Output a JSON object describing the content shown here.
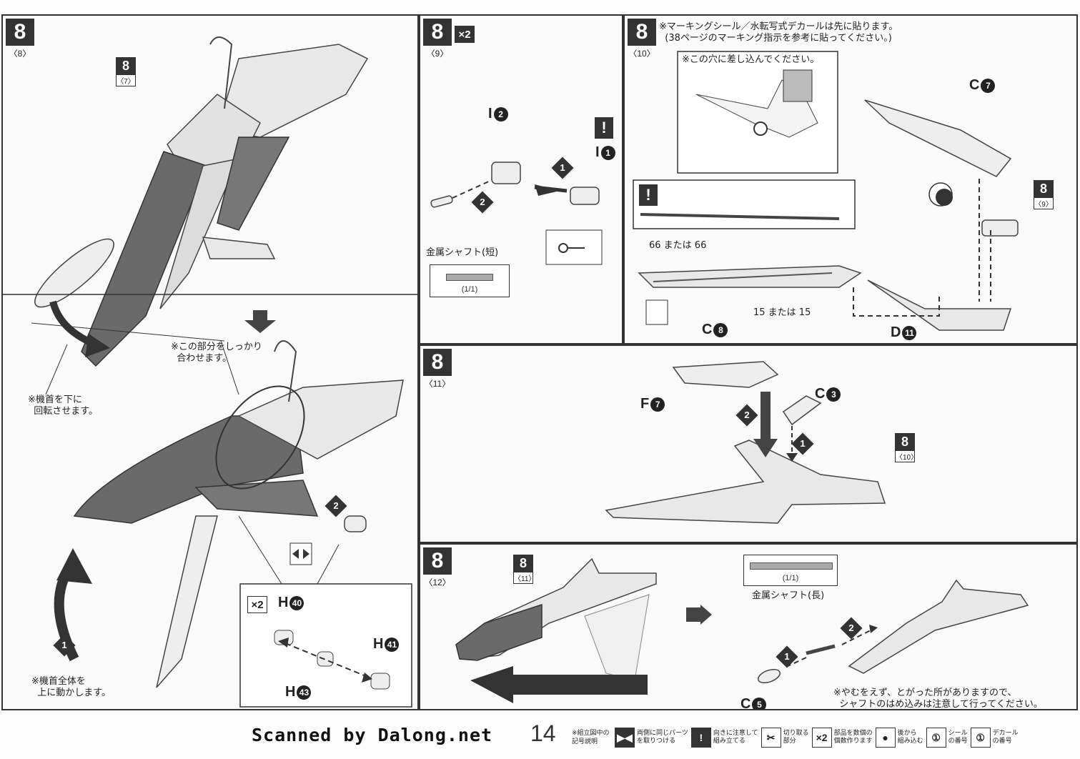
{
  "footer": {
    "credit": "Scanned by Dalong.net",
    "page_number": "14",
    "legend_intro": "※組立図中の\n記号説明",
    "legend": [
      {
        "icon": "mirror-icon",
        "glyph": "▶◀",
        "text": "両側に同じパーツ\nを取りつける"
      },
      {
        "icon": "warning-icon",
        "glyph": "!",
        "text": "向きに注意して\n組み立てる"
      },
      {
        "icon": "cut-icon",
        "glyph": "✂",
        "text": "切り取る\n部分"
      },
      {
        "icon": "multiply-icon",
        "glyph": "×2",
        "text": "部品を数個の\n個数作ります"
      },
      {
        "icon": "back-assembly-icon",
        "glyph": "●",
        "text": "後から\n組み込む"
      },
      {
        "icon": "seal-icon",
        "glyph": "①",
        "text": "シール\nの番号"
      },
      {
        "icon": "decal-icon",
        "glyph": "①",
        "text": "デカール\nの番号"
      }
    ]
  },
  "panels": {
    "p8": {
      "step": "8",
      "sub": "〈8〉",
      "ref": {
        "num": "8",
        "sub": "〈7〉"
      },
      "note_rotate": "※機首を下に\n  回転させます。",
      "note_fit": "※この部分をしっかり\n  合わせます。",
      "note_move": "※機首全体を\n  上に動かします。",
      "callouts": [
        "1",
        "2"
      ],
      "parts": {
        "p1": "H",
        "p1n": "40",
        "p2": "H",
        "p2n": "41",
        "p3": "H",
        "p3n": "43"
      },
      "x2": "×2"
    },
    "p9": {
      "step": "8",
      "sub": "〈9〉",
      "x2": "×2",
      "parts": {
        "a": "I",
        "an": "2",
        "b": "I",
        "bn": "1"
      },
      "callouts": [
        "1",
        "2"
      ],
      "shaft_label": "金属シャフト(短)",
      "shaft_ratio": "(1/1)"
    },
    "p10": {
      "step": "8",
      "sub": "〈10〉",
      "note_top": "※マーキングシール／水転写式デカールは先に貼ります。\n  (38ページのマーキング指示を参考に貼ってください。)",
      "note_insert": "※この穴に差し込んでください。",
      "parts": {
        "c7": "C",
        "c7n": "7",
        "c8": "C",
        "c8n": "8",
        "d11": "D",
        "d11n": "11"
      },
      "ref": {
        "num": "8",
        "sub": "〈9〉"
      },
      "seal_66": "66 または 66",
      "seal_15": "15 または 15"
    },
    "p11": {
      "step": "8",
      "sub": "〈11〉",
      "parts": {
        "f7": "F",
        "f7n": "7",
        "c3": "C",
        "c3n": "3"
      },
      "ref": {
        "num": "8",
        "sub": "〈10〉"
      },
      "callouts": [
        "1",
        "2"
      ]
    },
    "p12": {
      "step": "8",
      "sub": "〈12〉",
      "ref": {
        "num": "8",
        "sub": "〈11〉"
      },
      "shaft_ratio": "(1/1)",
      "shaft_label": "金属シャフト(長)",
      "parts": {
        "c5": "C",
        "c5n": "5"
      },
      "callouts": [
        "1",
        "2"
      ],
      "note_warn": "※やむをえず、とがった所がありますので、\n  シャフトのはめ込みは注意して行ってください。"
    }
  },
  "colors": {
    "dark_part": "#6a6a6a",
    "light_part": "#e6e6e6",
    "outline": "#444444",
    "panel_bg": "#fafafa"
  }
}
